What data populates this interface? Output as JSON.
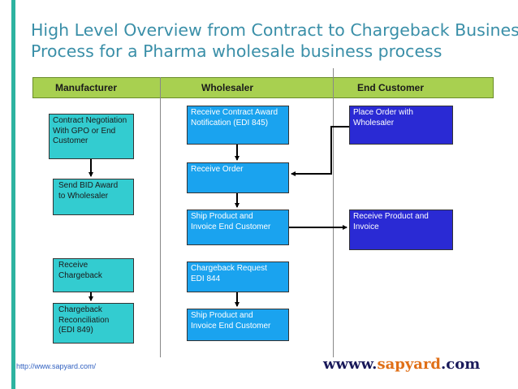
{
  "title": {
    "line1": "High Level Overview from Contract to Chargeback Business",
    "line2": "Process for a Pharma wholesale business process"
  },
  "lanes": {
    "manufacturer": "Manufacturer",
    "wholesaler": "Wholesaler",
    "end_customer": "End Customer"
  },
  "manufacturer_steps": {
    "contract_negotiation": [
      "Contract Negotiation",
      "With GPO or End",
      "Customer"
    ],
    "send_bid_award": [
      "Send BID Award",
      "to Wholesaler"
    ],
    "receive_chargeback": [
      "Receive",
      "Chargeback"
    ],
    "chargeback_reconciliation": [
      "Chargeback",
      "Reconciliation",
      "(EDI 849)"
    ]
  },
  "wholesaler_steps": {
    "receive_contract_award": [
      "Receive Contract Award",
      "Notification (EDI 845)"
    ],
    "receive_order": [
      "Receive  Order"
    ],
    "ship_product_1": [
      "Ship Product and",
      "Invoice End Customer"
    ],
    "chargeback_request": [
      "Chargeback Request",
      "EDI 844"
    ],
    "ship_product_2": [
      "Ship Product and",
      "Invoice End Customer"
    ]
  },
  "end_customer_steps": {
    "place_order": [
      "Place Order with",
      "Wholesaler"
    ],
    "receive_product": [
      "Receive Product and",
      "Invoice"
    ]
  },
  "footer": {
    "url": "http://www.sapyard.com/",
    "logo_prefix": "wwww.",
    "logo_brand": "sapyard",
    "logo_suffix": ".com"
  },
  "colors": {
    "title": "#3a8fa8",
    "lane_header": "#a8d050",
    "manufacturer_box": "#33ccd0",
    "wholesaler_box": "#1aa3ef",
    "end_customer_box": "#2a2ad4",
    "logo_brand": "#e07018"
  }
}
